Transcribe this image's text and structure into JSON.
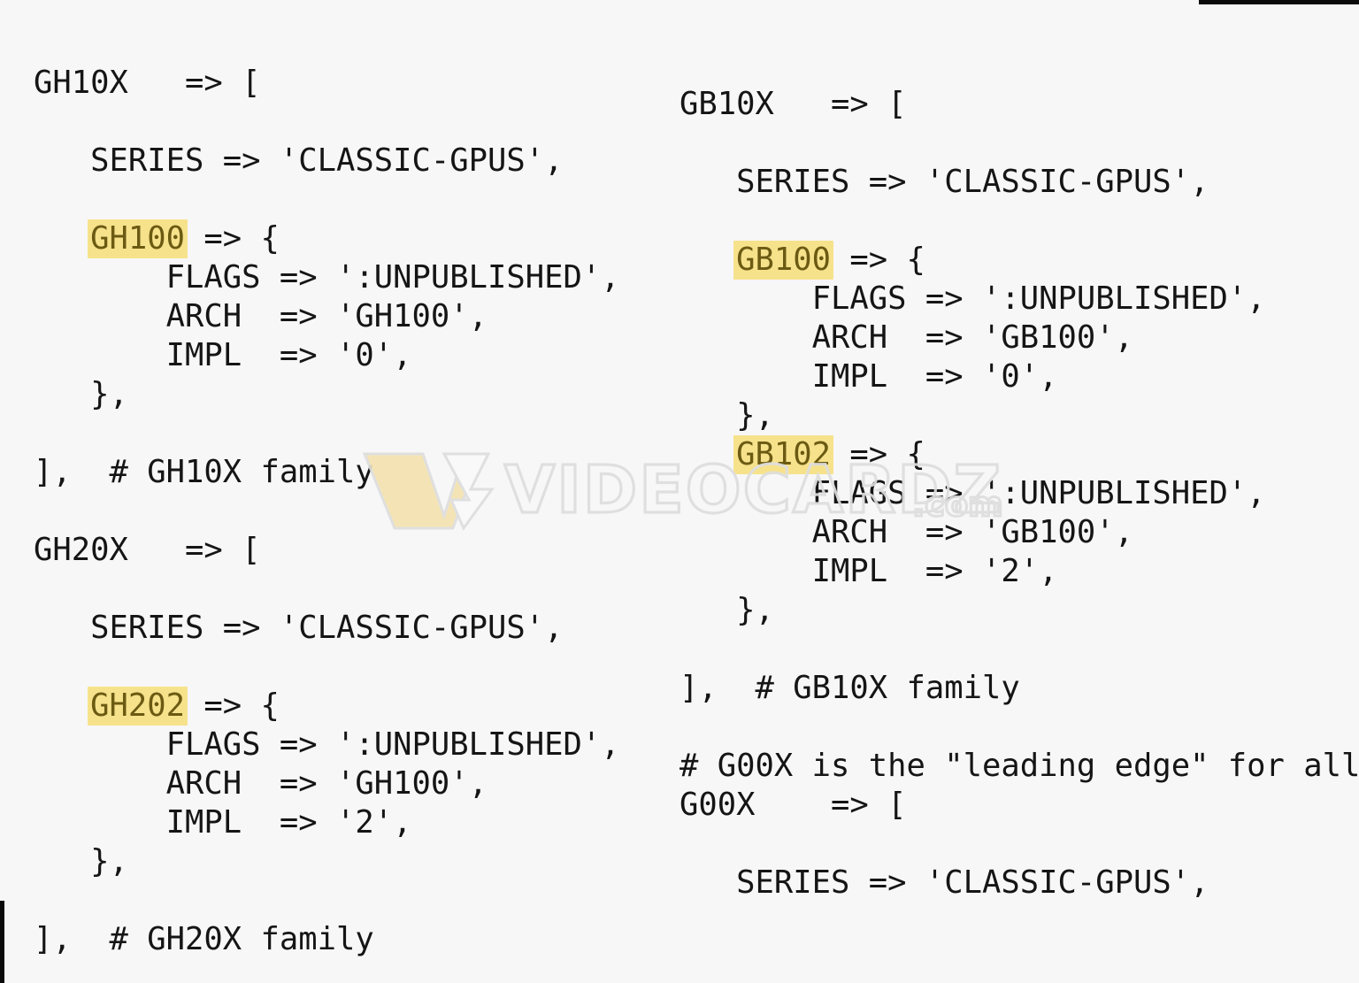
{
  "document": {
    "kind": "source-code-snippet",
    "language_hint": "perl-hash-config",
    "background_color": "#f7f7f7",
    "text_color": "#151515",
    "highlight_background": "#f7e28c",
    "highlight_text_color": "#6b5a12"
  },
  "watermark": {
    "logo_letter": "V",
    "text_main": "VIDEOCARDZ",
    "text_suffix": ".com",
    "stroke_color": "#dedede",
    "accent_color": "#f4e3b0"
  },
  "chrome": {
    "top_scrollbar_color": "#0a0a0a",
    "left_scrollbar_color": "#0a0a0a"
  },
  "left_column": {
    "lines": [
      {
        "text": "GH10X   => ["
      },
      {
        "text": ""
      },
      {
        "text": "   SERIES => 'CLASSIC-GPUS',"
      },
      {
        "text": ""
      },
      {
        "pre": "   ",
        "chip": "GH100",
        "post": " => {"
      },
      {
        "text": "       FLAGS => ':UNPUBLISHED',"
      },
      {
        "text": "       ARCH  => 'GH100',"
      },
      {
        "text": "       IMPL  => '0',"
      },
      {
        "text": "   },"
      },
      {
        "text": ""
      },
      {
        "text": "],  # GH10X family"
      },
      {
        "text": ""
      },
      {
        "text": "GH20X   => ["
      },
      {
        "text": ""
      },
      {
        "text": "   SERIES => 'CLASSIC-GPUS',"
      },
      {
        "text": ""
      },
      {
        "pre": "   ",
        "chip": "GH202",
        "post": " => {"
      },
      {
        "text": "       FLAGS => ':UNPUBLISHED',"
      },
      {
        "text": "       ARCH  => 'GH100',"
      },
      {
        "text": "       IMPL  => '2',"
      },
      {
        "text": "   },"
      },
      {
        "text": ""
      },
      {
        "text": "],  # GH20X family"
      }
    ]
  },
  "right_column": {
    "lines": [
      {
        "text": "GB10X   => ["
      },
      {
        "text": ""
      },
      {
        "text": "   SERIES => 'CLASSIC-GPUS',"
      },
      {
        "text": ""
      },
      {
        "pre": "   ",
        "chip": "GB100",
        "post": " => {"
      },
      {
        "text": "       FLAGS => ':UNPUBLISHED',"
      },
      {
        "text": "       ARCH  => 'GB100',"
      },
      {
        "text": "       IMPL  => '0',"
      },
      {
        "text": "   },"
      },
      {
        "pre": "   ",
        "chip": "GB102",
        "post": " => {"
      },
      {
        "text": "       FLAGS => ':UNPUBLISHED',"
      },
      {
        "text": "       ARCH  => 'GB100',"
      },
      {
        "text": "       IMPL  => '2',"
      },
      {
        "text": "   },"
      },
      {
        "text": ""
      },
      {
        "text": "],  # GB10X family"
      },
      {
        "text": ""
      },
      {
        "text": "# G00X is the \"leading edge\" for all"
      },
      {
        "text": "G00X    => ["
      },
      {
        "text": ""
      },
      {
        "text": "   SERIES => 'CLASSIC-GPUS',"
      }
    ]
  },
  "entries": [
    {
      "family": "GH10X",
      "series": "CLASSIC-GPUS",
      "chip": "GH100",
      "flags": ":UNPUBLISHED",
      "arch": "GH100",
      "impl": "0"
    },
    {
      "family": "GH20X",
      "series": "CLASSIC-GPUS",
      "chip": "GH202",
      "flags": ":UNPUBLISHED",
      "arch": "GH100",
      "impl": "2"
    },
    {
      "family": "GB10X",
      "series": "CLASSIC-GPUS",
      "chip": "GB100",
      "flags": ":UNPUBLISHED",
      "arch": "GB100",
      "impl": "0"
    },
    {
      "family": "GB10X",
      "series": "CLASSIC-GPUS",
      "chip": "GB102",
      "flags": ":UNPUBLISHED",
      "arch": "GB100",
      "impl": "2"
    },
    {
      "family": "G00X",
      "series": "CLASSIC-GPUS",
      "chip": null,
      "flags": null,
      "arch": null,
      "impl": null
    }
  ],
  "comments": [
    "# GH10X family",
    "# GH20X family",
    "# GB10X family",
    "# G00X is the \"leading edge\" for all"
  ],
  "highlighted_tokens": [
    "GH100",
    "GH202",
    "GB100",
    "GB102"
  ]
}
